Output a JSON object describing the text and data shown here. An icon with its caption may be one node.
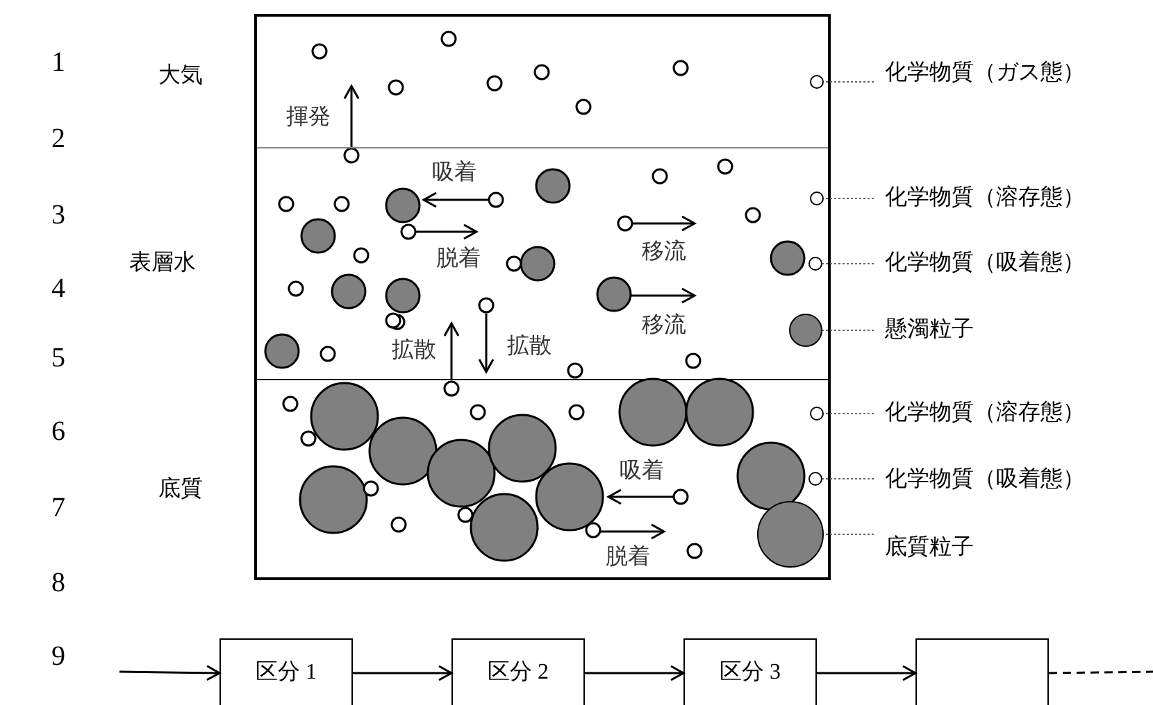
{
  "diagram": {
    "nodes": [
      {
        "text": [
          "大気"
        ]
      },
      {
        "text": [
          "表層水"
        ]
      },
      {
        "text": [
          "底質"
        ]
      },
      {
        "text": [],
        "shape": "circle",
        "in": 0
      },
      {
        "text": [],
        "shape": "circle",
        "in": 1
      },
      {
        "text": [],
        "shape": "circle",
        "in": 1
      },
      {
        "text": [],
        "shape": "circle",
        "in": 1
      },
      {
        "text": [],
        "shape": "circle",
        "in": 2
      },
      {
        "text": [],
        "shape": "circle",
        "in": 2
      },
      {
        "text": [],
        "shape": "circle",
        "in": 2
      },
      {
        "text": [
          "化学物質（ガス態）"
        ]
      },
      {
        "text": [
          "化学物質（溶存態）"
        ]
      },
      {
        "text": [
          "化学物質（吸着態）"
        ]
      },
      {
        "text": [
          "懸濁粒子"
        ]
      },
      {
        "text": [
          "化学物質（溶存態）"
        ]
      },
      {
        "text": [
          "化学物質（吸着態）"
        ]
      },
      {
        "text": [
          "底質粒子"
        ]
      },
      {
        "text": [
          "区分 1"
        ]
      },
      {
        "text": [
          "区分 2"
        ]
      },
      {
        "text": [
          "区分 3"
        ]
      },
      {
        "text": [],
        "shape": "box"
      }
    ],
    "edges": [
      {
        "from": 10,
        "to": 3,
        "arrow": "none",
        "style": "dashed"
      },
      {
        "from": 11,
        "to": 4,
        "arrow": "none",
        "style": "dashed"
      },
      {
        "from": 12,
        "to": 5,
        "arrow": "none",
        "style": "dashed"
      },
      {
        "from": 13,
        "to": 6,
        "arrow": "none",
        "style": "dashed"
      },
      {
        "from": 14,
        "to": 7,
        "arrow": "none",
        "style": "dashed"
      },
      {
        "from": 15,
        "to": 8,
        "arrow": "none",
        "style": "dashed"
      },
      {
        "from": 16,
        "to": 9,
        "arrow": "none",
        "style": "dashed"
      },
      {
        "from": null,
        "to": 17,
        "arrow": "to",
        "color": "#000000"
      },
      {
        "from": 17,
        "to": 18,
        "arrow": "to",
        "color": "#000000"
      },
      {
        "from": 18,
        "to": 19,
        "arrow": "to",
        "color": "#000000"
      },
      {
        "from": 19,
        "to": 20,
        "arrow": "to",
        "color": "#000000"
      },
      {
        "from": 20,
        "to": null,
        "arrow": "none",
        "style": "dashed",
        "color": "#000000"
      }
    ],
    "labels": [
      "1",
      "2",
      "3",
      "4",
      "5",
      "6",
      "7",
      "8",
      "9",
      "揮発",
      "吸着",
      "脱着",
      "移流",
      "移流",
      "拡散",
      "拡散",
      "吸着",
      "脱着"
    ]
  }
}
